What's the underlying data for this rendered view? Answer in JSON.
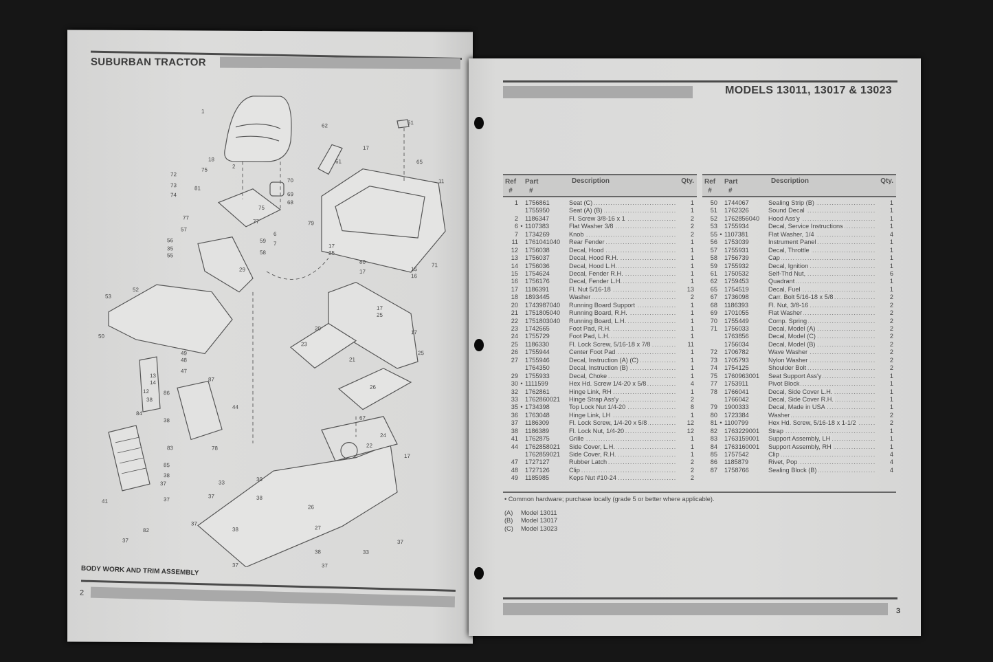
{
  "left_page": {
    "header_title": "SUBURBAN TRACTOR",
    "footer_title": "BODY WORK AND TRIM ASSEMBLY",
    "page_number": "2",
    "diagram": {
      "callouts": [
        "1",
        "2",
        "6",
        "7",
        "11",
        "12",
        "13",
        "14",
        "15",
        "16",
        "17",
        "18",
        "20",
        "21",
        "22",
        "23",
        "24",
        "25",
        "26",
        "27",
        "29",
        "30",
        "33",
        "35",
        "37",
        "38",
        "41",
        "44",
        "47",
        "48",
        "49",
        "50",
        "51",
        "52",
        "53",
        "55",
        "56",
        "57",
        "58",
        "59",
        "61",
        "62",
        "65",
        "67",
        "68",
        "69",
        "70",
        "71",
        "72",
        "73",
        "74",
        "75",
        "77",
        "78",
        "79",
        "80",
        "81",
        "82",
        "83",
        "84",
        "85",
        "86",
        "87"
      ]
    }
  },
  "right_page": {
    "header_title": "MODELS 13011, 13017 & 13023",
    "page_number": "3",
    "columns": {
      "ref": "Ref #",
      "ref1": "Ref",
      "ref2": "#",
      "part1": "Part",
      "part2": "#",
      "description": "Description",
      "qty": "Qty."
    },
    "table_left": [
      {
        "ref": "1",
        "dot": "",
        "part": "1756861",
        "desc": "Seat (C)",
        "qty": "1"
      },
      {
        "ref": "",
        "dot": "",
        "part": "1755950",
        "desc": "Seat (A) (B)",
        "qty": "1"
      },
      {
        "ref": "2",
        "dot": "",
        "part": "1186347",
        "desc": "Fl. Screw 3/8-16 x 1",
        "qty": "2"
      },
      {
        "ref": "6",
        "dot": "•",
        "part": "1107383",
        "desc": "Flat Washer 3/8",
        "qty": "2"
      },
      {
        "ref": "7",
        "dot": "",
        "part": "1734269",
        "desc": "Knob",
        "qty": "2"
      },
      {
        "ref": "11",
        "dot": "",
        "part": "1761041040",
        "desc": "Rear Fender",
        "qty": "1"
      },
      {
        "ref": "12",
        "dot": "",
        "part": "1756038",
        "desc": "Decal, Hood",
        "qty": "1"
      },
      {
        "ref": "13",
        "dot": "",
        "part": "1756037",
        "desc": "Decal, Hood R.H.",
        "qty": "1"
      },
      {
        "ref": "14",
        "dot": "",
        "part": "1756036",
        "desc": "Decal, Hood L.H.",
        "qty": "1"
      },
      {
        "ref": "15",
        "dot": "",
        "part": "1754624",
        "desc": "Decal, Fender R.H.",
        "qty": "1"
      },
      {
        "ref": "16",
        "dot": "",
        "part": "1756176",
        "desc": "Decal, Fender L.H.",
        "qty": "1"
      },
      {
        "ref": "17",
        "dot": "",
        "part": "1186391",
        "desc": "Fl. Nut 5/16-18",
        "qty": "13"
      },
      {
        "ref": "18",
        "dot": "",
        "part": "1893445",
        "desc": "Washer",
        "qty": "2"
      },
      {
        "ref": "20",
        "dot": "",
        "part": "1743987040",
        "desc": "Running Board Support",
        "qty": "1"
      },
      {
        "ref": "21",
        "dot": "",
        "part": "1751805040",
        "desc": "Running Board, R.H.",
        "qty": "1"
      },
      {
        "ref": "22",
        "dot": "",
        "part": "1751803040",
        "desc": "Running Board, L.H.",
        "qty": "1"
      },
      {
        "ref": "23",
        "dot": "",
        "part": "1742665",
        "desc": "Foot Pad, R.H.",
        "qty": "1"
      },
      {
        "ref": "24",
        "dot": "",
        "part": "1755729",
        "desc": "Foot Pad, L.H.",
        "qty": "1"
      },
      {
        "ref": "25",
        "dot": "",
        "part": "1186330",
        "desc": "Fl. Lock Screw, 5/16-18 x 7/8",
        "qty": "11"
      },
      {
        "ref": "26",
        "dot": "",
        "part": "1755944",
        "desc": "Center Foot Pad",
        "qty": "1"
      },
      {
        "ref": "27",
        "dot": "",
        "part": "1755946",
        "desc": "Decal, Instruction (A) (C)",
        "qty": "1"
      },
      {
        "ref": "",
        "dot": "",
        "part": "1764350",
        "desc": "Decal, Instruction (B)",
        "qty": "1"
      },
      {
        "ref": "29",
        "dot": "",
        "part": "1755933",
        "desc": "Decal, Choke",
        "qty": "1"
      },
      {
        "ref": "30",
        "dot": "•",
        "part": "1111599",
        "desc": "Hex Hd. Screw 1/4-20 x 5/8",
        "qty": "4"
      },
      {
        "ref": "32",
        "dot": "",
        "part": "1762861",
        "desc": "Hinge Link, RH",
        "qty": "1"
      },
      {
        "ref": "33",
        "dot": "",
        "part": "1762860021",
        "desc": "Hinge Strap Ass'y",
        "qty": "2"
      },
      {
        "ref": "35",
        "dot": "•",
        "part": "1734398",
        "desc": "Top Lock Nut 1/4-20",
        "qty": "8"
      },
      {
        "ref": "36",
        "dot": "",
        "part": "1763048",
        "desc": "Hinge Link, LH",
        "qty": "1"
      },
      {
        "ref": "37",
        "dot": "",
        "part": "1186309",
        "desc": "Fl. Lock Screw, 1/4-20 x 5/8",
        "qty": "12"
      },
      {
        "ref": "38",
        "dot": "",
        "part": "1186389",
        "desc": "Fl. Lock Nut, 1/4-20",
        "qty": "12"
      },
      {
        "ref": "41",
        "dot": "",
        "part": "1762875",
        "desc": "Grille",
        "qty": "1"
      },
      {
        "ref": "44",
        "dot": "",
        "part": "1762858021",
        "desc": "Side Cover, L.H.",
        "qty": "1"
      },
      {
        "ref": "",
        "dot": "",
        "part": "1762859021",
        "desc": "Side Cover, R.H.",
        "qty": "1"
      },
      {
        "ref": "47",
        "dot": "",
        "part": "1727127",
        "desc": "Rubber Latch",
        "qty": "2"
      },
      {
        "ref": "48",
        "dot": "",
        "part": "1727126",
        "desc": "Clip",
        "qty": "2"
      },
      {
        "ref": "49",
        "dot": "",
        "part": "1185985",
        "desc": "Keps Nut #10-24",
        "qty": "2"
      }
    ],
    "table_right": [
      {
        "ref": "50",
        "dot": "",
        "part": "1744067",
        "desc": "Sealing Strip (B)",
        "qty": "1"
      },
      {
        "ref": "51",
        "dot": "",
        "part": "1762326",
        "desc": "Sound Decal",
        "qty": "1"
      },
      {
        "ref": "52",
        "dot": "",
        "part": "1762856040",
        "desc": "Hood Ass'y",
        "qty": "1"
      },
      {
        "ref": "53",
        "dot": "",
        "part": "1755934",
        "desc": "Decal, Service Instructions",
        "qty": "1"
      },
      {
        "ref": "55",
        "dot": "•",
        "part": "1107381",
        "desc": "Flat Washer, 1/4",
        "qty": "4"
      },
      {
        "ref": "56",
        "dot": "",
        "part": "1753039",
        "desc": "Instrument Panel",
        "qty": "1"
      },
      {
        "ref": "57",
        "dot": "",
        "part": "1755931",
        "desc": "Decal, Throttle",
        "qty": "1"
      },
      {
        "ref": "58",
        "dot": "",
        "part": "1756739",
        "desc": "Cap",
        "qty": "1"
      },
      {
        "ref": "59",
        "dot": "",
        "part": "1755932",
        "desc": "Decal, Ignition",
        "qty": "1"
      },
      {
        "ref": "61",
        "dot": "",
        "part": "1750532",
        "desc": "Self-Thd Nut,",
        "qty": "6"
      },
      {
        "ref": "62",
        "dot": "",
        "part": "1759453",
        "desc": "Quadrant",
        "qty": "1"
      },
      {
        "ref": "65",
        "dot": "",
        "part": "1754519",
        "desc": "Decal, Fuel",
        "qty": "1"
      },
      {
        "ref": "67",
        "dot": "",
        "part": "1736098",
        "desc": "Carr. Bolt 5/16-18 x 5/8",
        "qty": "2"
      },
      {
        "ref": "68",
        "dot": "",
        "part": "1186393",
        "desc": "Fl. Nut, 3/8-16",
        "qty": "2"
      },
      {
        "ref": "69",
        "dot": "",
        "part": "1701055",
        "desc": "Flat Washer",
        "qty": "2"
      },
      {
        "ref": "70",
        "dot": "",
        "part": "1755449",
        "desc": "Comp. Spring",
        "qty": "2"
      },
      {
        "ref": "71",
        "dot": "",
        "part": "1756033",
        "desc": "Decal, Model (A)",
        "qty": "2"
      },
      {
        "ref": "",
        "dot": "",
        "part": "1763856",
        "desc": "Decal, Model (C)",
        "qty": "2"
      },
      {
        "ref": "",
        "dot": "",
        "part": "1756034",
        "desc": "Decal, Model (B)",
        "qty": "2"
      },
      {
        "ref": "72",
        "dot": "",
        "part": "1706782",
        "desc": "Wave Washer",
        "qty": "2"
      },
      {
        "ref": "73",
        "dot": "",
        "part": "1705793",
        "desc": "Nylon Washer",
        "qty": "2"
      },
      {
        "ref": "74",
        "dot": "",
        "part": "1754125",
        "desc": "Shoulder Bolt",
        "qty": "2"
      },
      {
        "ref": "75",
        "dot": "",
        "part": "1760963001",
        "desc": "Seat Support Ass'y",
        "qty": "1"
      },
      {
        "ref": "77",
        "dot": "",
        "part": "1753911",
        "desc": "Pivot Block",
        "qty": "1"
      },
      {
        "ref": "78",
        "dot": "",
        "part": "1766041",
        "desc": "Decal, Side Cover L.H.",
        "qty": "1"
      },
      {
        "ref": "",
        "dot": "",
        "part": "1766042",
        "desc": "Decal, Side Cover R.H.",
        "qty": "1"
      },
      {
        "ref": "79",
        "dot": "",
        "part": "1900333",
        "desc": "Decal, Made in USA",
        "qty": "1"
      },
      {
        "ref": "80",
        "dot": "",
        "part": "1723384",
        "desc": "Washer",
        "qty": "2"
      },
      {
        "ref": "81",
        "dot": "•",
        "part": "1100799",
        "desc": "Hex Hd. Screw, 5/16-18 x 1-1/2",
        "qty": "2"
      },
      {
        "ref": "82",
        "dot": "",
        "part": "1763229001",
        "desc": "Strap",
        "qty": "1"
      },
      {
        "ref": "83",
        "dot": "",
        "part": "1763159001",
        "desc": "Support Assembly, LH",
        "qty": "1"
      },
      {
        "ref": "84",
        "dot": "",
        "part": "1763160001",
        "desc": "Support Assembly, RH",
        "qty": "1"
      },
      {
        "ref": "85",
        "dot": "",
        "part": "1757542",
        "desc": "Clip",
        "qty": "4"
      },
      {
        "ref": "86",
        "dot": "",
        "part": "1185879",
        "desc": "Rivet, Pop",
        "qty": "4"
      },
      {
        "ref": "87",
        "dot": "",
        "part": "1758766",
        "desc": "Sealing Block (B)",
        "qty": "4"
      }
    ],
    "footnote": "• Common hardware; purchase locally (grade 5 or better where applicable).",
    "model_key": [
      {
        "key": "(A)",
        "label": "Model 13011"
      },
      {
        "key": "(B)",
        "label": "Model 13017"
      },
      {
        "key": "(C)",
        "label": "Model 13023"
      }
    ]
  }
}
